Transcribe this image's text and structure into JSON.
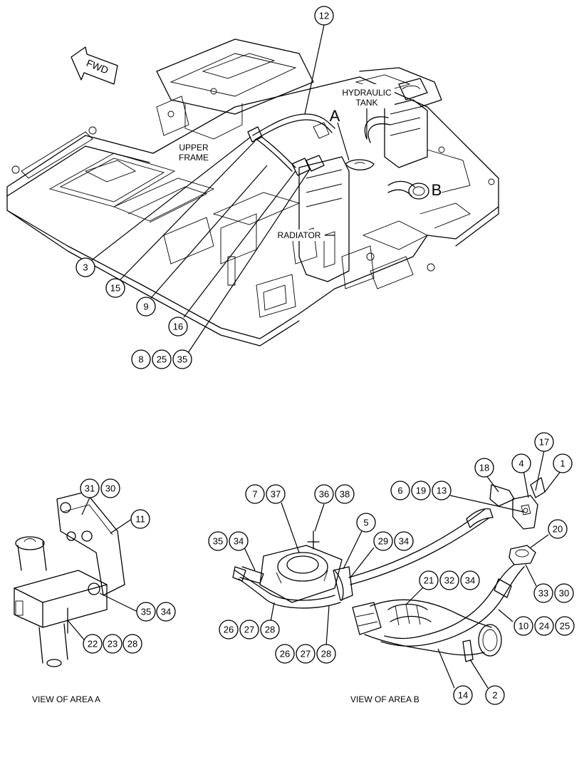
{
  "labels": {
    "fwd": "FWD",
    "hydraulic": "HYDRAULIC",
    "tank": "TANK",
    "upper": "UPPER",
    "frame": "FRAME",
    "radiator": "RADIATOR",
    "area_a": "A",
    "area_b": "B",
    "view_a": "VIEW OF AREA A",
    "view_b": "VIEW OF AREA B"
  },
  "callouts": {
    "c12": "12",
    "c3": "3",
    "c15": "15",
    "c9": "9",
    "c16": "16",
    "c8": "8",
    "c25a": "25",
    "c35a": "35",
    "c31": "31",
    "c30a": "30",
    "c11": "11",
    "c35b": "35",
    "c34a": "34",
    "c22": "22",
    "c23": "23",
    "c28a": "28",
    "c7": "7",
    "c37": "37",
    "c36": "36",
    "c38": "38",
    "c5": "5",
    "c35c": "35",
    "c34b": "34",
    "c29": "29",
    "c34c": "34",
    "c26a": "26",
    "c27a": "27",
    "c28b": "28",
    "c26b": "26",
    "c27b": "27",
    "c28c": "28",
    "c6": "6",
    "c19": "19",
    "c13": "13",
    "c18": "18",
    "c4": "4",
    "c17": "17",
    "c1": "1",
    "c20": "20",
    "c21": "21",
    "c32": "32",
    "c34d": "34",
    "c33": "33",
    "c30b": "30",
    "c10": "10",
    "c24": "24",
    "c25b": "25",
    "c14": "14",
    "c2": "2"
  }
}
